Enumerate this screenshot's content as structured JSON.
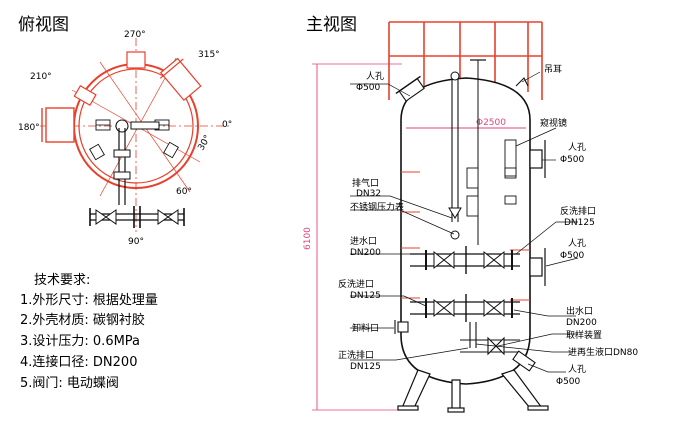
{
  "views": {
    "top_title": "俯视图",
    "front_title": "主视图"
  },
  "angles": {
    "a270": "270°",
    "a315": "315°",
    "a210": "210°",
    "a180": "180°",
    "a0": "0°",
    "a30": "30°",
    "a60": "60°",
    "a90": "90°"
  },
  "labels": {
    "manhole_top": "人孔",
    "manhole_top_size": "Φ500",
    "lifting_lug": "吊耳",
    "diameter": "Φ2500",
    "sight_glass": "窥视镜",
    "manhole_right1": "人孔",
    "manhole_right1_size": "Φ500",
    "vent": "排气口",
    "vent_size": "DN32",
    "gauge": "不锈钢压力表",
    "backwash_outlet": "反洗排口",
    "backwash_outlet_size": "DN125",
    "inlet": "进水口",
    "inlet_size": "DN200",
    "manhole_right2": "人孔",
    "manhole_right2_size": "Φ500",
    "backwash_inlet": "反洗进口",
    "backwash_inlet_size": "DN125",
    "outlet": "出水口",
    "outlet_size": "DN200",
    "unload": "卸料口",
    "sampler": "取样装置",
    "forward_drain": "正洗排口",
    "forward_drain_size": "DN125",
    "regen_inlet": "进再生液口DN80",
    "manhole_bottom": "人孔",
    "manhole_bottom_size": "Φ500",
    "height": "6100"
  },
  "requirements": {
    "heading": "技术要求:",
    "items": [
      "1.外形尺寸: 根据处理量",
      "2.外壳材质: 碳钢衬胶",
      "3.设计压力: 0.6MPa",
      "4.连接口径: DN200",
      "5.阀门: 电动蝶阀"
    ]
  },
  "colors": {
    "shell": "#e8402c",
    "dimension": "#e0457b",
    "ink": "#111111"
  }
}
